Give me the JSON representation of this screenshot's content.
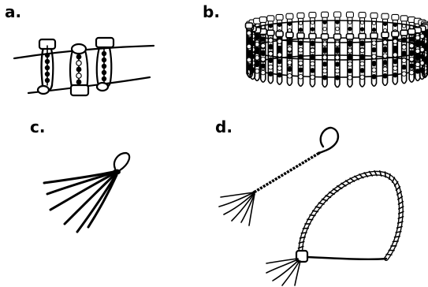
{
  "panels": [
    {
      "id": "a",
      "label": "a."
    },
    {
      "id": "b",
      "label": "b."
    },
    {
      "id": "c",
      "label": "c."
    },
    {
      "id": "d",
      "label": "d."
    }
  ],
  "colors": {
    "ink": "#000000",
    "paper": "#ffffff"
  },
  "illustrations": {
    "a": "safety-pins-with-beads-on-cords",
    "b": "ring-of-beaded-safety-pins",
    "c": "folded-thread-bundle-with-loop",
    "d": "twisted-cord-with-loop-and-cord-tied-into-loop"
  }
}
